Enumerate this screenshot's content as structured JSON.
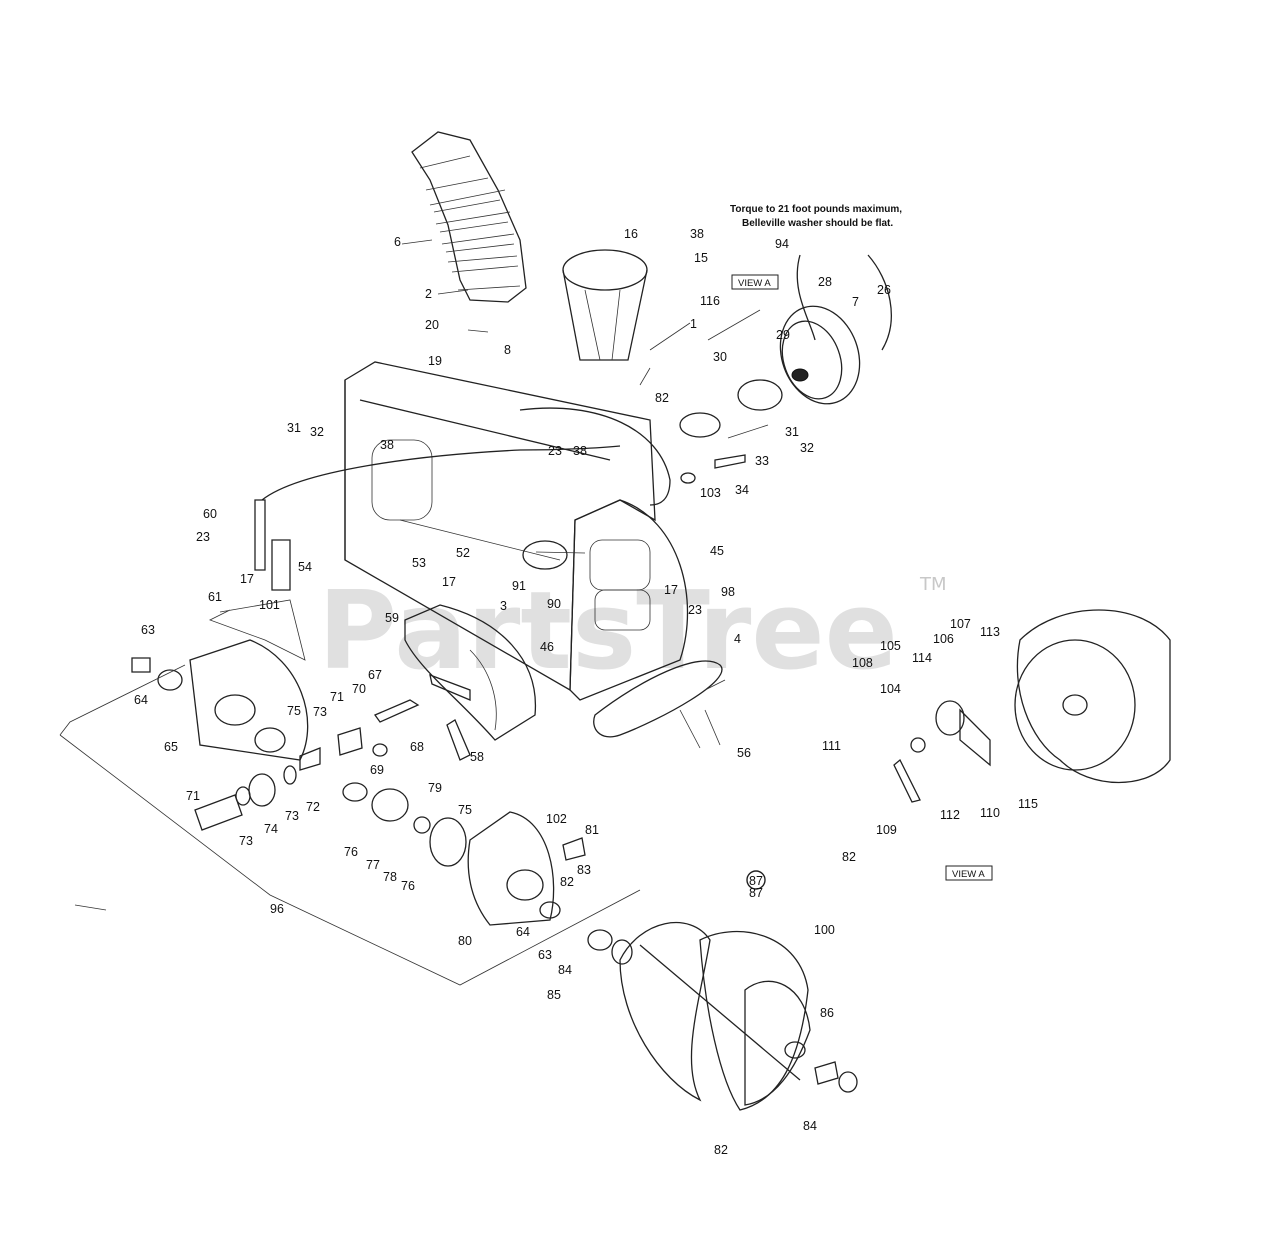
{
  "note": {
    "line1": "Torque to 21 foot pounds maximum,",
    "line2": "Belleville washer should be flat."
  },
  "view_labels": [
    "VIEW A",
    "VIEW A"
  ],
  "watermark": {
    "text": "PartsTree",
    "tm": "TM"
  },
  "labels": [
    "6",
    "2",
    "16",
    "38",
    "15",
    "116",
    "1",
    "20",
    "19",
    "8",
    "82",
    "94",
    "28",
    "7",
    "26",
    "29",
    "30",
    "31",
    "32",
    "33",
    "34",
    "103",
    "31",
    "32",
    "38",
    "23",
    "38",
    "60",
    "23",
    "17",
    "101",
    "54",
    "53",
    "52",
    "91",
    "90",
    "17",
    "3",
    "45",
    "17",
    "23",
    "98",
    "4",
    "56",
    "59",
    "46",
    "61",
    "63",
    "64",
    "65",
    "75",
    "73",
    "71",
    "70",
    "67",
    "68",
    "69",
    "58",
    "71",
    "73",
    "74",
    "73",
    "72",
    "76",
    "77",
    "78",
    "76",
    "79",
    "75",
    "102",
    "81",
    "82",
    "83",
    "80",
    "64",
    "63",
    "84",
    "85",
    "96",
    "87",
    "100",
    "86",
    "84",
    "82",
    "108",
    "105",
    "104",
    "107",
    "106",
    "113",
    "114",
    "111",
    "112",
    "110",
    "115",
    "109",
    "82"
  ],
  "circled_label": "87"
}
